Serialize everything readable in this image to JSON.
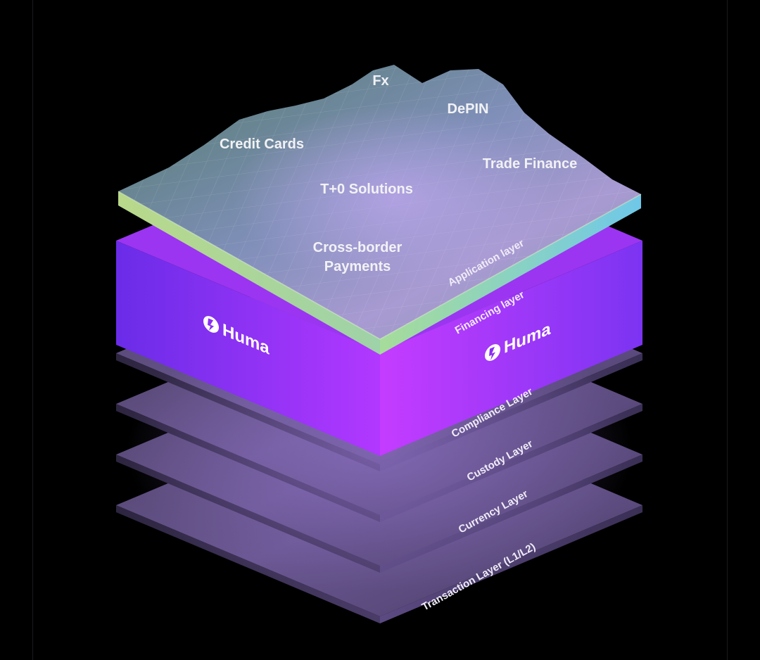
{
  "application_labels": {
    "fx": "Fx",
    "depin": "DePIN",
    "credit_cards": "Credit Cards",
    "trade_finance": "Trade Finance",
    "t0_solutions": "T+0 Solutions",
    "cross_border_line1": "Cross-border",
    "cross_border_line2": "Payments"
  },
  "layers": {
    "application": "Application layer",
    "financing": "Financing layer",
    "compliance": "Compliance Layer",
    "custody": "Custody Layer",
    "currency": "Currency Layer",
    "transaction": "Transaction Layer (L1/L2)"
  },
  "brand": {
    "name": "Huma",
    "accent": "#b53cff",
    "accent_dark": "#7a2cf0"
  },
  "colors": {
    "background": "#000000",
    "stack_layer": "#5a4a7e",
    "terrain_green": "#5d8a72",
    "terrain_purple": "#a69bd4",
    "terrain_edge_cyan": "#7ad0e6"
  }
}
